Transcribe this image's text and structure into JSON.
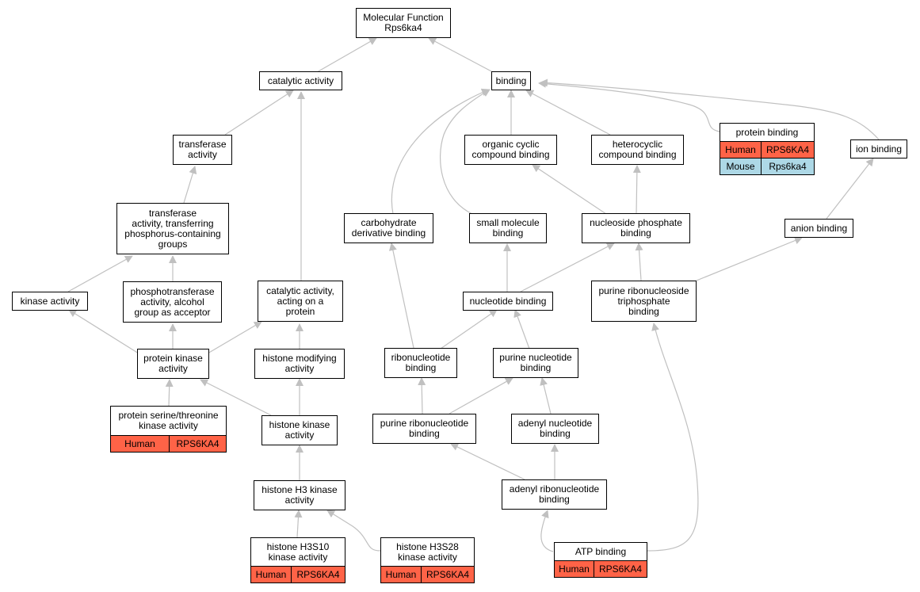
{
  "colors": {
    "edge": "#c0c0c0",
    "human": "#ff6347",
    "mouse": "#add8e6"
  },
  "nodes": {
    "mf": "Molecular Function\nRps6ka4",
    "catalytic": "catalytic activity",
    "binding": "binding",
    "transferase": "transferase\nactivity",
    "transferase_p": "transferase\nactivity, transferring\nphosphorus-containing\ngroups",
    "kinase": "kinase activity",
    "phosphotransferase": "phosphotransferase\nactivity, alcohol\ngroup as acceptor",
    "catalytic_protein": "catalytic activity,\nacting on a\nprotein",
    "protein_kinase": "protein kinase\nactivity",
    "histone_modifying": "histone modifying\nactivity",
    "ser_thr_kinase": "protein serine/threonine\nkinase activity",
    "histone_kinase": "histone kinase\nactivity",
    "h3_kinase": "histone H3 kinase\nactivity",
    "h3s10": "histone H3S10\nkinase activity",
    "h3s28": "histone H3S28\nkinase activity",
    "organic_cyclic": "organic cyclic\ncompound binding",
    "heterocyclic": "heterocyclic\ncompound binding",
    "protein_binding": "protein binding",
    "ion_binding": "ion binding",
    "carbohydrate": "carbohydrate\nderivative binding",
    "small_molecule": "small molecule\nbinding",
    "nucleoside_phosphate": "nucleoside phosphate\nbinding",
    "anion_binding": "anion binding",
    "nucleotide_binding": "nucleotide binding",
    "purine_ribonucleoside_tp": "purine ribonucleoside\ntriphosphate\nbinding",
    "ribonucleotide": "ribonucleotide\nbinding",
    "purine_nucleotide": "purine nucleotide\nbinding",
    "purine_ribonucleotide": "purine ribonucleotide\nbinding",
    "adenyl_nucleotide": "adenyl nucleotide\nbinding",
    "adenyl_ribonucleotide": "adenyl ribonucleotide\nbinding",
    "atp_binding": "ATP binding"
  },
  "annotations": {
    "protein_binding": [
      {
        "species": "Human",
        "gene": "RPS6KA4"
      },
      {
        "species": "Mouse",
        "gene": "Rps6ka4"
      }
    ],
    "ser_thr_kinase": [
      {
        "species": "Human",
        "gene": "RPS6KA4"
      }
    ],
    "h3s10": [
      {
        "species": "Human",
        "gene": "RPS6KA4"
      }
    ],
    "h3s28": [
      {
        "species": "Human",
        "gene": "RPS6KA4"
      }
    ],
    "atp_binding": [
      {
        "species": "Human",
        "gene": "RPS6KA4"
      }
    ]
  }
}
